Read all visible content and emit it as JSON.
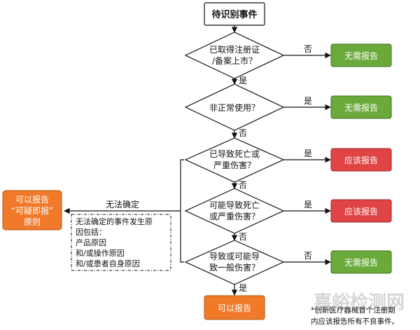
{
  "start": {
    "label": "待识别事件"
  },
  "decisions": [
    {
      "lines": [
        "已取得注册证",
        "/备案上市？"
      ],
      "branch_label": "否",
      "down_label": "是"
    },
    {
      "lines": [
        "非正常使用？"
      ],
      "branch_label": "是",
      "down_label": "否"
    },
    {
      "lines": [
        "已导致死亡或",
        "严重伤害？"
      ],
      "branch_label": "是",
      "down_label": "否"
    },
    {
      "lines": [
        "可能导致死亡",
        "或严重伤害？"
      ],
      "branch_label": "是",
      "down_label": "否"
    },
    {
      "lines": [
        "导致或可能导",
        "致一般伤害？"
      ],
      "branch_label": "否",
      "down_label": "是"
    }
  ],
  "outcomes": [
    {
      "label": "无需报告",
      "color": "#6aaa3a"
    },
    {
      "label": "无需报告",
      "color": "#6aaa3a"
    },
    {
      "label": "应该报告",
      "color": "#e04444"
    },
    {
      "label": "应该报告",
      "color": "#e04444"
    },
    {
      "label": "无需报告",
      "color": "#6aaa3a"
    }
  ],
  "final": {
    "label": "可以报告",
    "color": "#f07a2a"
  },
  "left_box": {
    "lines": [
      "可以报告",
      "“可疑即报”",
      "原则"
    ],
    "color": "#f07a2a"
  },
  "uncertain_label": "无法确定",
  "note": {
    "lines": [
      "无法确定的事件发生原",
      "因包括：",
      "产品原因",
      "和/或操作原因",
      "和/或患者自身原因"
    ]
  },
  "footnote": {
    "lines": [
      "*创新医疗器械首个注册期",
      "内应该报告所有不良事件。"
    ]
  },
  "watermark": "嘉峪检测网"
}
